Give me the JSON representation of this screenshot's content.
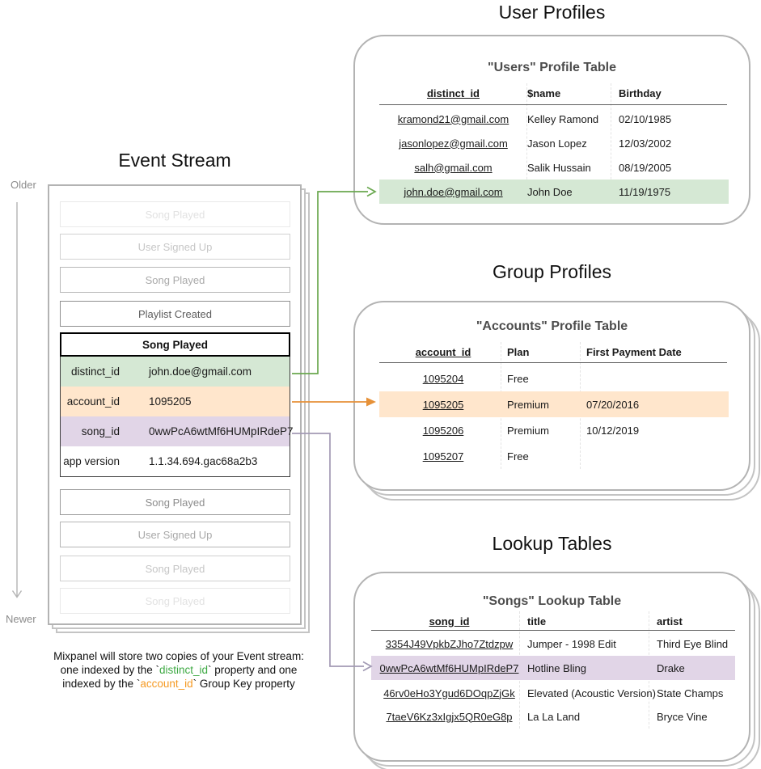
{
  "colors": {
    "green_highlight": "#d5e8d4",
    "orange_highlight": "#ffe6cc",
    "purple_highlight": "#e1d5e7",
    "green_arrow": "#6aa84f",
    "orange_arrow": "#e69138",
    "purple_arrow": "#a29ab4",
    "caption_green": "#3da943",
    "caption_orange": "#f59a23",
    "card_border": "#b3b3b3"
  },
  "event_stream": {
    "title": "Event Stream",
    "older": "Older",
    "newer": "Newer",
    "events_before": [
      "Song Played",
      "User Signed Up",
      "Song Played",
      "Playlist Created"
    ],
    "event_name": "Song Played",
    "fields": [
      {
        "key": "distinct_id",
        "value": "john.doe@gmail.com"
      },
      {
        "key": "account_id",
        "value": "1095205"
      },
      {
        "key": "song_id",
        "value": "0wwPcA6wtMf6HUMpIRdeP7"
      },
      {
        "key": "app version",
        "value": "1.1.34.694.gac68a2b3"
      }
    ],
    "events_after": [
      "Song Played",
      "User Signed Up",
      "Song Played",
      "Song Played"
    ],
    "caption": {
      "line1": "Mixpanel will store two copies of your Event stream:",
      "line2_pre": "one indexed by the `",
      "line2_key": "distinct_id",
      "line2_post": "` property and one",
      "line3_pre": "indexed by the `",
      "line3_key": "account_id",
      "line3_post": "` Group Key property"
    }
  },
  "user_profiles": {
    "section_title": "User Profiles",
    "table_title": "\"Users\" Profile Table",
    "columns": [
      "distinct_id",
      "$name",
      "Birthday"
    ],
    "rows": [
      [
        "kramond21@gmail.com",
        "Kelley Ramond",
        "02/10/1985"
      ],
      [
        "jasonlopez@gmail.com",
        "Jason Lopez",
        "12/03/2002"
      ],
      [
        "salh@gmail.com",
        "Salik Hussain",
        "08/19/2005"
      ],
      [
        "john.doe@gmail.com",
        "John Doe",
        "11/19/1975"
      ]
    ],
    "highlighted_row": 3
  },
  "group_profiles": {
    "section_title": "Group Profiles",
    "table_title": "\"Accounts\" Profile Table",
    "columns": [
      "account_id",
      "Plan",
      "First Payment Date"
    ],
    "rows": [
      [
        "1095204",
        "Free",
        ""
      ],
      [
        "1095205",
        "Premium",
        "07/20/2016"
      ],
      [
        "1095206",
        "Premium",
        "10/12/2019"
      ],
      [
        "1095207",
        "Free",
        ""
      ]
    ],
    "highlighted_row": 1
  },
  "lookup_tables": {
    "section_title": "Lookup Tables",
    "table_title": "\"Songs\" Lookup Table",
    "columns": [
      "song_id",
      "title",
      "artist"
    ],
    "rows": [
      [
        "3354J49VpkbZJho7Ztdzpw",
        "Jumper - 1998 Edit",
        "Third Eye Blind"
      ],
      [
        "0wwPcA6wtMf6HUMpIRdeP7",
        "Hotline Bling",
        "Drake"
      ],
      [
        "46rv0eHo3Ygud6DOqpZjGk",
        "Elevated (Acoustic Version)",
        "State Champs"
      ],
      [
        "7taeV6Kz3xIgjx5QR0eG8p",
        "La La Land",
        "Bryce Vine"
      ]
    ],
    "highlighted_row": 1
  }
}
